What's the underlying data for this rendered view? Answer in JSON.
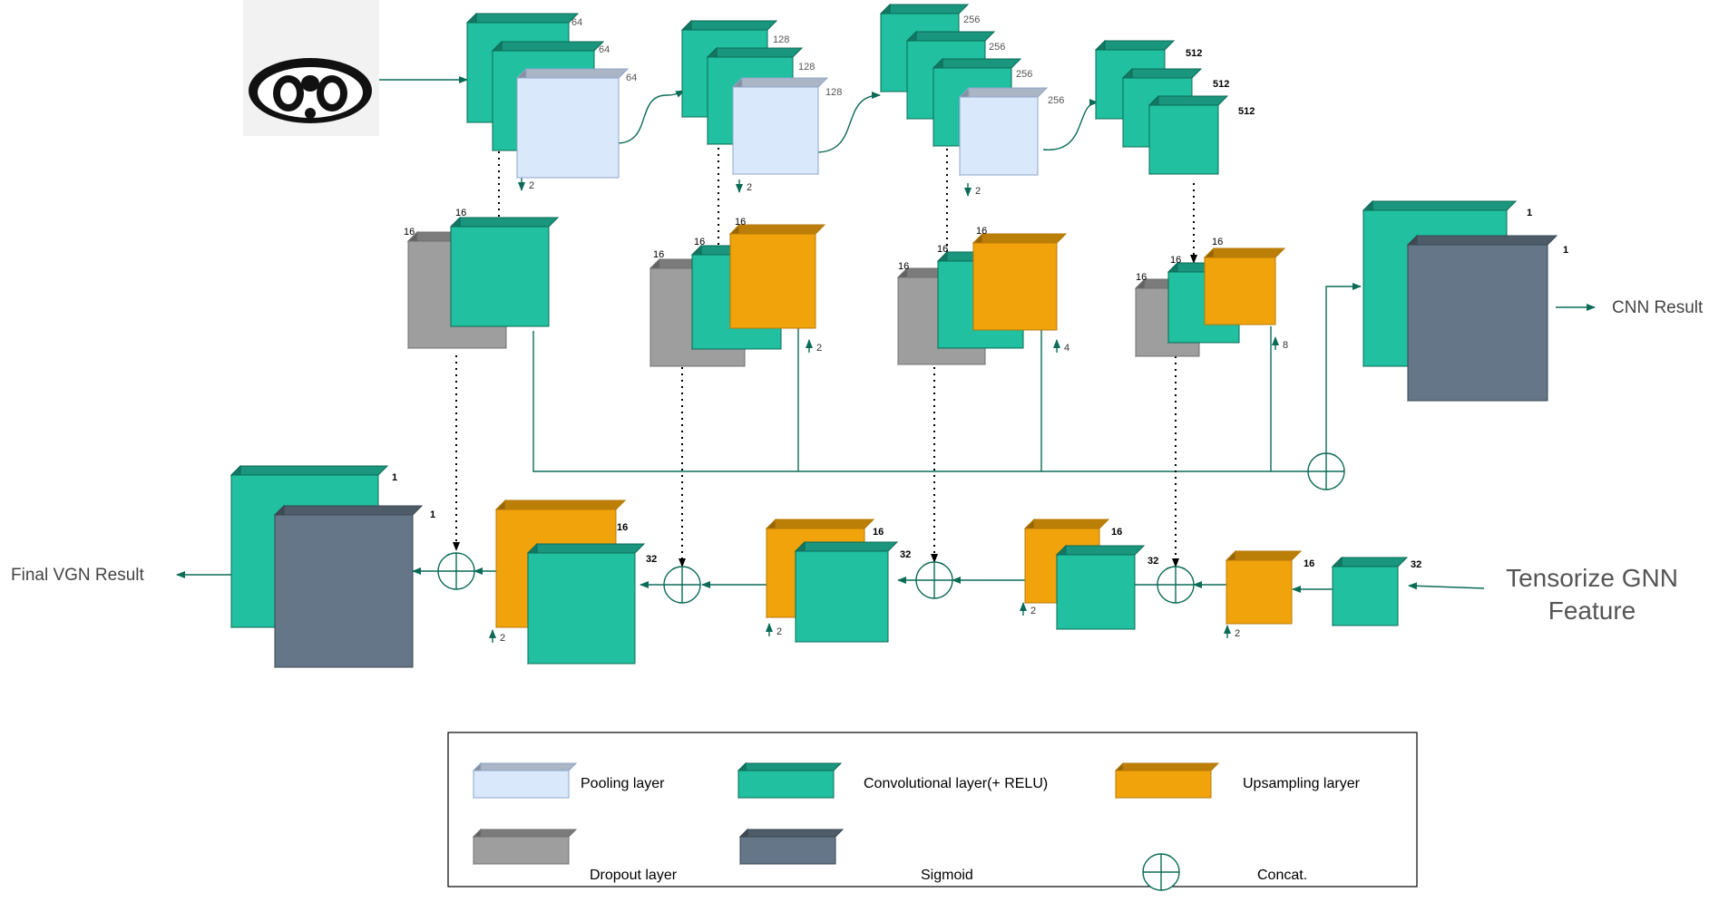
{
  "colors": {
    "pool": "#dae8fc",
    "pool_stroke": "#8ea6c9",
    "conv": "#20c0a0",
    "conv_stroke": "#0b6b56",
    "upsample": "#f0a30a",
    "upsample_stroke": "#b87a08",
    "dropout": "#9e9e9e",
    "dropout_stroke": "#707070",
    "sigmoid": "#647687",
    "sigmoid_stroke": "#3a4652",
    "arrow": "#0b6b56"
  },
  "encoder": {
    "stage1": {
      "conv_a": "64",
      "conv_b": "64",
      "pool": "64",
      "step": "2"
    },
    "stage2": {
      "conv_a": "128",
      "conv_b": "128",
      "pool": "128",
      "step": "2"
    },
    "stage3": {
      "conv_a": "256",
      "conv_b": "256",
      "conv_c": "256",
      "pool": "256",
      "step": "2"
    },
    "stage4": {
      "conv_a": "512",
      "conv_b": "512",
      "conv_c": "512"
    }
  },
  "side": {
    "s1": {
      "drop": "16",
      "conv": "16"
    },
    "s2": {
      "drop": "16",
      "conv": "16",
      "up": "16",
      "step": "2"
    },
    "s3": {
      "drop": "16",
      "conv": "16",
      "up": "16",
      "step": "4"
    },
    "s4": {
      "drop": "16",
      "conv": "16",
      "up": "16",
      "step": "8"
    }
  },
  "cnn_head": {
    "conv": "1",
    "sig": "1",
    "output": "CNN Result"
  },
  "decoder": {
    "input_label_line1": "Tensorize GNN",
    "input_label_line2": "Feature",
    "gnn_conv": "32",
    "d4": {
      "up": "16",
      "step": "2"
    },
    "d3": {
      "up": "16",
      "conv": "32",
      "step": "2"
    },
    "d2": {
      "up": "16",
      "conv": "32",
      "step": "2"
    },
    "d1": {
      "up": "16",
      "conv": "32",
      "step": "2"
    },
    "final": {
      "conv": "1",
      "sig": "1",
      "output": "Final VGN Result"
    }
  },
  "legend": {
    "pool": "Pooling layer",
    "conv": "Convolutional layer(+ RELU)",
    "upsample": "Upsampling laryer",
    "dropout": "Dropout layer",
    "sigmoid": "Sigmoid",
    "concat": "Concat."
  }
}
